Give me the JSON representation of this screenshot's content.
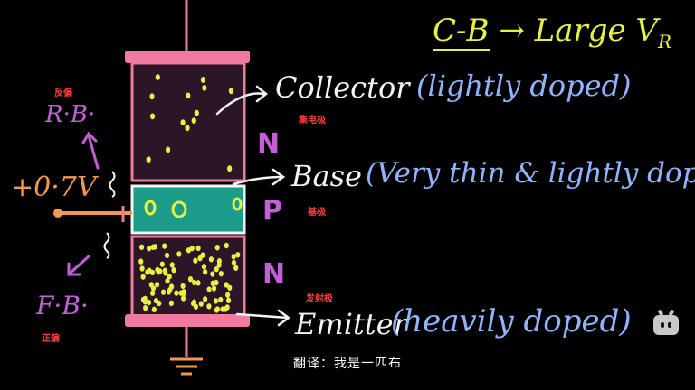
{
  "header": {
    "equation_left": "C-B",
    "equation_arrow": "→",
    "equation_right": "Large V",
    "equation_sub": "R"
  },
  "regions": {
    "collector": {
      "label": "Collector",
      "note": "(lightly doped)",
      "cn": "集电极",
      "type": "N"
    },
    "base": {
      "label": "Base",
      "note": "(Very thin & lightly doped)",
      "cn": "基极",
      "type": "P"
    },
    "emitter": {
      "label": "Emitter",
      "note": "(heavily doped)",
      "cn": "发射极",
      "type": "N"
    }
  },
  "left": {
    "rb_cn": "反偏",
    "rb": "R·B·",
    "voltage": "+0·7V",
    "fb": "F·B·",
    "fb_cn": "正偏"
  },
  "subtitle": "翻译：我是一匹布",
  "colors": {
    "outline": "#f07aa0",
    "collector_fill": "#2a1626",
    "base_fill": "#1d9b8a",
    "emitter_fill": "#2a1626",
    "dot": "#e8f040",
    "arrow_white": "#f4f4f4"
  },
  "icons": {
    "logo": "bilibili-tv-icon",
    "ground": "ground-icon"
  }
}
